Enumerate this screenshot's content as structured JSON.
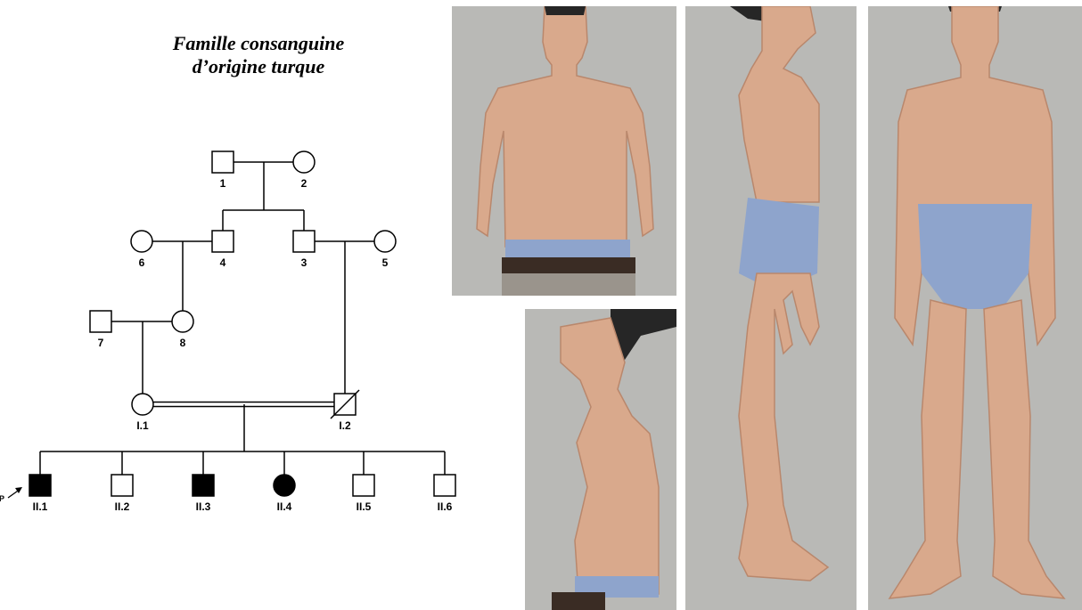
{
  "title": {
    "line1": "Famille consanguine",
    "line2": "d’origine turque"
  },
  "pedigree": {
    "proband_marker": "P",
    "individuals": [
      {
        "id": "1",
        "label": "1",
        "sex": "male",
        "affected": false,
        "deceased": false
      },
      {
        "id": "2",
        "label": "2",
        "sex": "female",
        "affected": false,
        "deceased": false
      },
      {
        "id": "4",
        "label": "4",
        "sex": "male",
        "affected": false,
        "deceased": false
      },
      {
        "id": "3",
        "label": "3",
        "sex": "male",
        "affected": false,
        "deceased": false
      },
      {
        "id": "6",
        "label": "6",
        "sex": "female",
        "affected": false,
        "deceased": false
      },
      {
        "id": "5",
        "label": "5",
        "sex": "female",
        "affected": false,
        "deceased": false
      },
      {
        "id": "7",
        "label": "7",
        "sex": "male",
        "affected": false,
        "deceased": false
      },
      {
        "id": "8",
        "label": "8",
        "sex": "female",
        "affected": false,
        "deceased": false
      },
      {
        "id": "I.1",
        "label": "I.1",
        "sex": "female",
        "affected": false,
        "deceased": false
      },
      {
        "id": "I.2",
        "label": "I.2",
        "sex": "male",
        "affected": false,
        "deceased": true
      },
      {
        "id": "II.1",
        "label": "II.1",
        "sex": "male",
        "affected": true,
        "deceased": false,
        "proband": true
      },
      {
        "id": "II.2",
        "label": "II.2",
        "sex": "male",
        "affected": false,
        "deceased": false
      },
      {
        "id": "II.3",
        "label": "II.3",
        "sex": "male",
        "affected": true,
        "deceased": false
      },
      {
        "id": "II.4",
        "label": "II.4",
        "sex": "female",
        "affected": true,
        "deceased": false
      },
      {
        "id": "II.5",
        "label": "II.5",
        "sex": "male",
        "affected": false,
        "deceased": false
      },
      {
        "id": "II.6",
        "label": "II.6",
        "sex": "male",
        "affected": false,
        "deceased": false
      }
    ],
    "unions": [
      {
        "partners": [
          "1",
          "2"
        ],
        "children": [
          "4",
          "3"
        ],
        "consanguineous": false
      },
      {
        "partners": [
          "6",
          "4"
        ],
        "children": [
          "8"
        ],
        "consanguineous": false
      },
      {
        "partners": [
          "3",
          "5"
        ],
        "children": [
          "I.2"
        ],
        "consanguineous": false
      },
      {
        "partners": [
          "7",
          "8"
        ],
        "children": [
          "I.1"
        ],
        "consanguineous": false
      },
      {
        "partners": [
          "I.1",
          "I.2"
        ],
        "children": [
          "II.1",
          "II.2",
          "II.3",
          "II.4",
          "II.5",
          "II.6"
        ],
        "consanguineous": true
      }
    ]
  },
  "photos": [
    {
      "view": "front-upper-body",
      "icon": "patient-photo-front-upper"
    },
    {
      "view": "side-upper-body",
      "icon": "patient-photo-side-upper"
    },
    {
      "view": "side-full-body",
      "icon": "patient-photo-side-full"
    },
    {
      "view": "front-full-body",
      "icon": "patient-photo-front-full"
    }
  ],
  "colors": {
    "line": "#000000",
    "affected_fill": "#000000",
    "photo_background": "#b9b9b6",
    "skin": "#d9a98c",
    "skin_shadow": "#b9876c",
    "underwear": "#8ea4cc",
    "belt": "#3a2c24",
    "hair": "#262626"
  }
}
